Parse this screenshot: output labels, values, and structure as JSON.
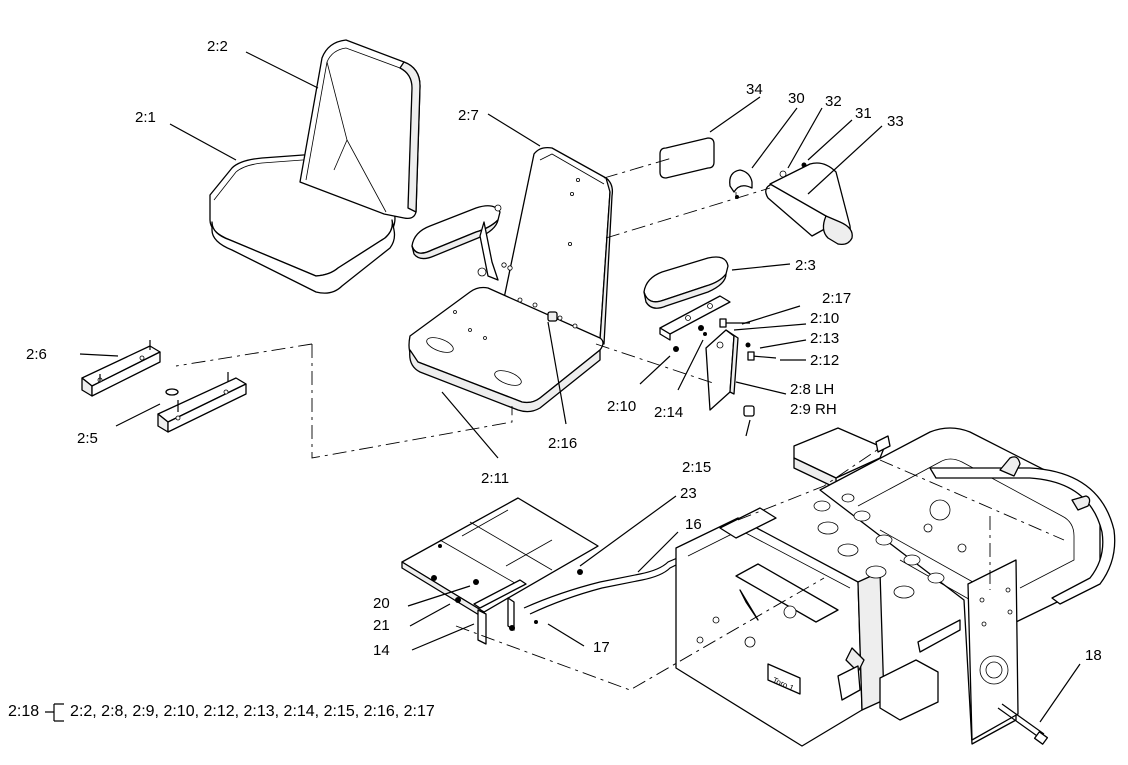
{
  "callouts": {
    "c2_1": "2:1",
    "c2_2": "2:2",
    "c2_3": "2:3",
    "c2_5": "2:5",
    "c2_6": "2:6",
    "c2_7": "2:7",
    "c2_8": "2:8 LH",
    "c2_9": "2:9 RH",
    "c2_10a": "2:10",
    "c2_10b": "2:10",
    "c2_11": "2:11",
    "c2_12": "2:12",
    "c2_13": "2:13",
    "c2_14": "2:14",
    "c2_15": "2:15",
    "c2_16": "2:16",
    "c2_17": "2:17",
    "c14": "14",
    "c16": "16",
    "c17": "17",
    "c18": "18",
    "c20": "20",
    "c21": "21",
    "c23": "23",
    "c30": "30",
    "c31": "31",
    "c32": "32",
    "c33": "33",
    "c34": "34"
  },
  "footnote": {
    "parent": "2:18",
    "children": "2:2, 2:8, 2:9, 2:10, 2:12, 2:13, 2:14, 2:15, 2:16, 2:17"
  },
  "plate_text": "Toro 1"
}
